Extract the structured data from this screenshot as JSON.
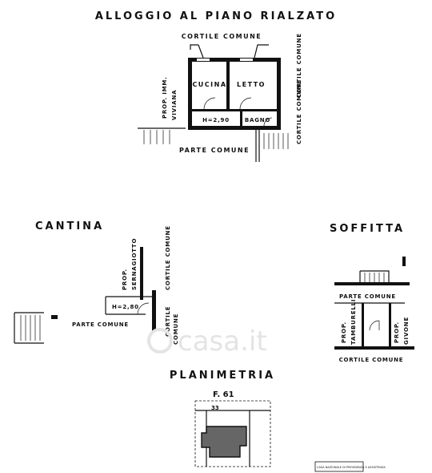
{
  "titles": {
    "main": "ALLOGGIO AL PIANO RIALZATO",
    "cantina": "CANTINA",
    "soffitta": "SOFFITTA",
    "planimetria": "PLANIMETRIA"
  },
  "apartment": {
    "top_label": "CORTILE COMUNE",
    "left_label_1": "PROP. IMM.",
    "left_label_2": "VIVIANA",
    "right_label_1": "CORTILE COMUNE",
    "right_label_2": "CORTILE COMUNE",
    "bottom_label": "PARTE COMUNE",
    "room_1": "CUCINA",
    "room_2": "LETTO",
    "room_3": "BAGNO",
    "height": "H=2,90"
  },
  "cantina": {
    "left_label_1": "PROP.",
    "left_label_2": "SERNAGIOTTO",
    "right_label": "CORTILE COMUNE",
    "right_label_2": "CORTILE",
    "right_label_3": "COMUNE",
    "bottom_label": "PARTE COMUNE",
    "height": "H=2,80"
  },
  "soffitta": {
    "top_label": "PARTE COMUNE",
    "left_label_1": "PROP.",
    "left_label_2": "TAMBURELLI",
    "right_label_1": "PROP.",
    "right_label_2": "GIVONE",
    "bottom_label": "CORTILE COMUNE"
  },
  "map": {
    "sheet": "F. 61",
    "parcel": "33"
  },
  "watermark": "casa.it",
  "stamp": "CASA NAZIONALE DI PREVIDENZA E ASSISTENZA"
}
